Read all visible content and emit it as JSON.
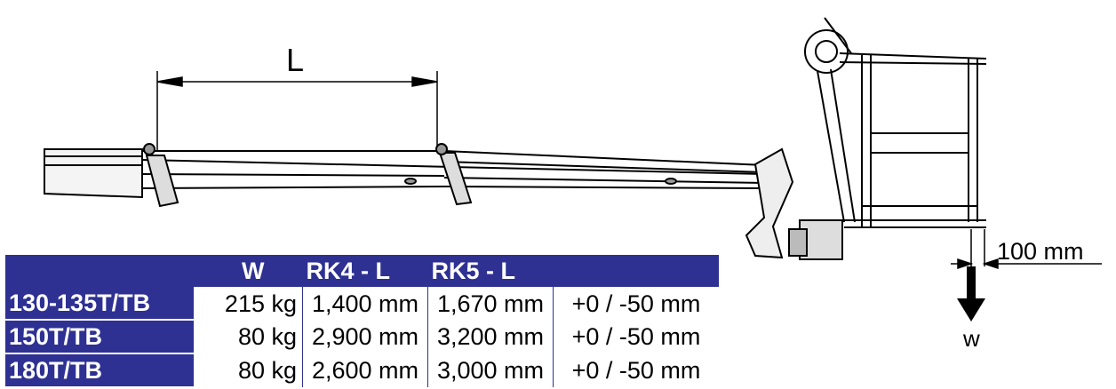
{
  "dimension_length_label": "L",
  "dimension_offset_label": "100 mm",
  "load_label": "w",
  "table": {
    "headers": [
      "W",
      "RK4 - L",
      "RK5 - L"
    ],
    "rows": [
      {
        "model": "130-135T/TB",
        "w": "215 kg",
        "rk4": "1,400 mm",
        "rk5": "1,670 mm",
        "tol": "+0 / -50 mm"
      },
      {
        "model": "150T/TB",
        "w": "80 kg",
        "rk4": "2,900 mm",
        "rk5": "3,200 mm",
        "tol": "+0 / -50 mm"
      },
      {
        "model": "180T/TB",
        "w": "80 kg",
        "rk4": "2,600 mm",
        "rk5": "3,000 mm",
        "tol": "+0 / -50 mm"
      }
    ]
  },
  "colors": {
    "table_header": "#2e3192",
    "line": "#000000"
  }
}
